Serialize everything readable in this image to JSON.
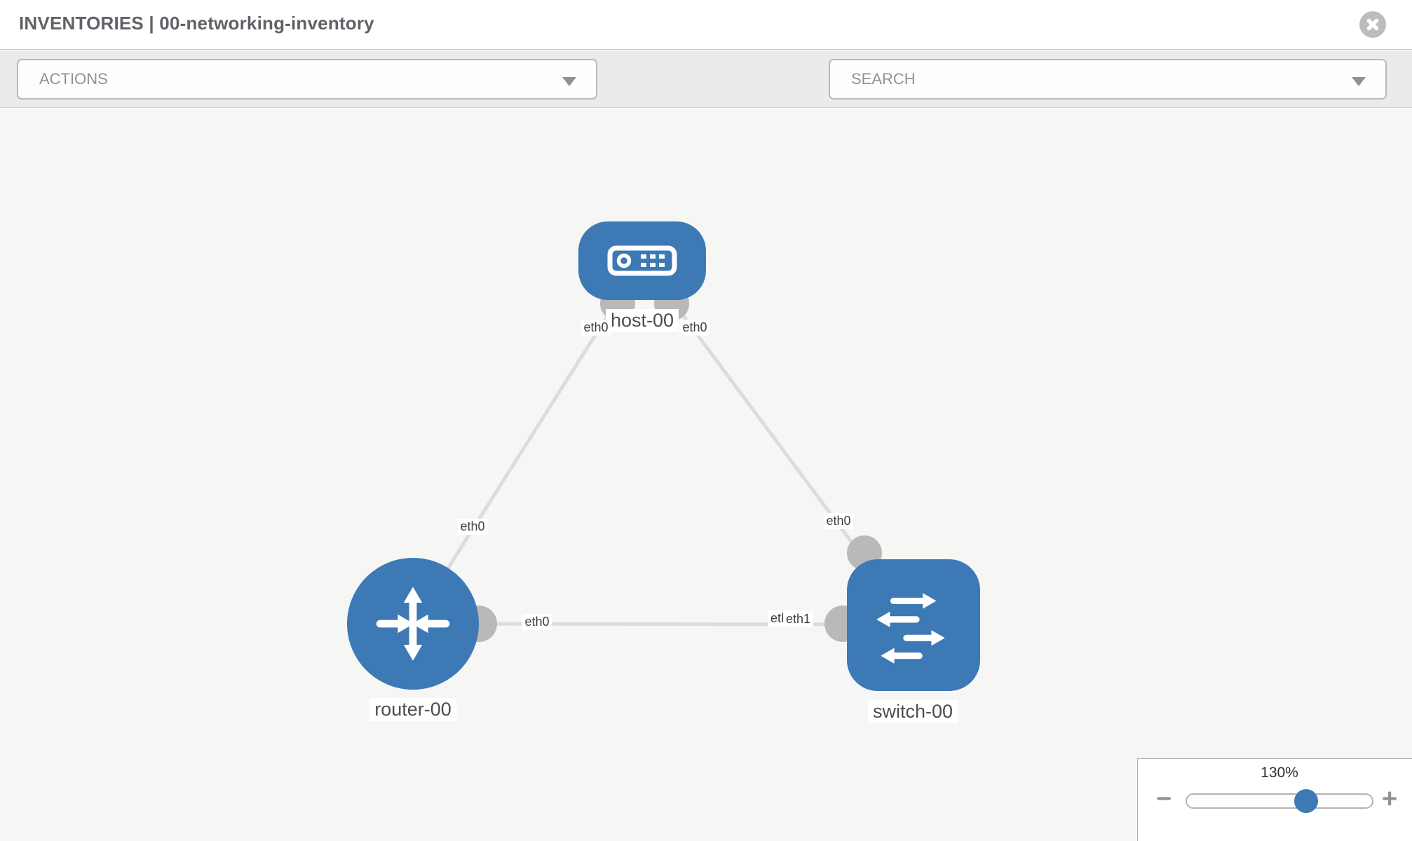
{
  "header": {
    "title": "INVENTORIES | 00-networking-inventory"
  },
  "toolbar": {
    "actions_label": "ACTIONS",
    "search_label": "SEARCH",
    "tools": [
      "wrench-icon",
      "key-icon"
    ]
  },
  "topology": {
    "nodes": [
      {
        "id": "host-00",
        "type": "host",
        "label": "host-00"
      },
      {
        "id": "router-00",
        "type": "router",
        "label": "router-00"
      },
      {
        "id": "switch-00",
        "type": "switch",
        "label": "switch-00"
      }
    ],
    "links": [
      {
        "from": "host-00",
        "to": "router-00",
        "from_interface": "eth0",
        "to_interface": "eth0"
      },
      {
        "from": "host-00",
        "to": "switch-00",
        "from_interface": "eth0",
        "to_interface": "eth0"
      },
      {
        "from": "router-00",
        "to": "switch-00",
        "from_interface": "eth0",
        "to_interface": "eth1"
      }
    ],
    "interface_labels": {
      "host_left": "eth0",
      "host_right": "eth0",
      "link_host_router": "eth0",
      "link_host_switch": "eth0",
      "router_right": "eth0",
      "switch_left_under": "eth0",
      "switch_left_over": "eth1"
    }
  },
  "zoom_control": {
    "level": "130%",
    "minus": "−",
    "plus": "+"
  },
  "colors": {
    "node_blue": "#3d79b4",
    "link_gray": "#dcdcdc",
    "interface_gray": "#b9b9b9",
    "toolbar_gray": "#ebebeb"
  }
}
